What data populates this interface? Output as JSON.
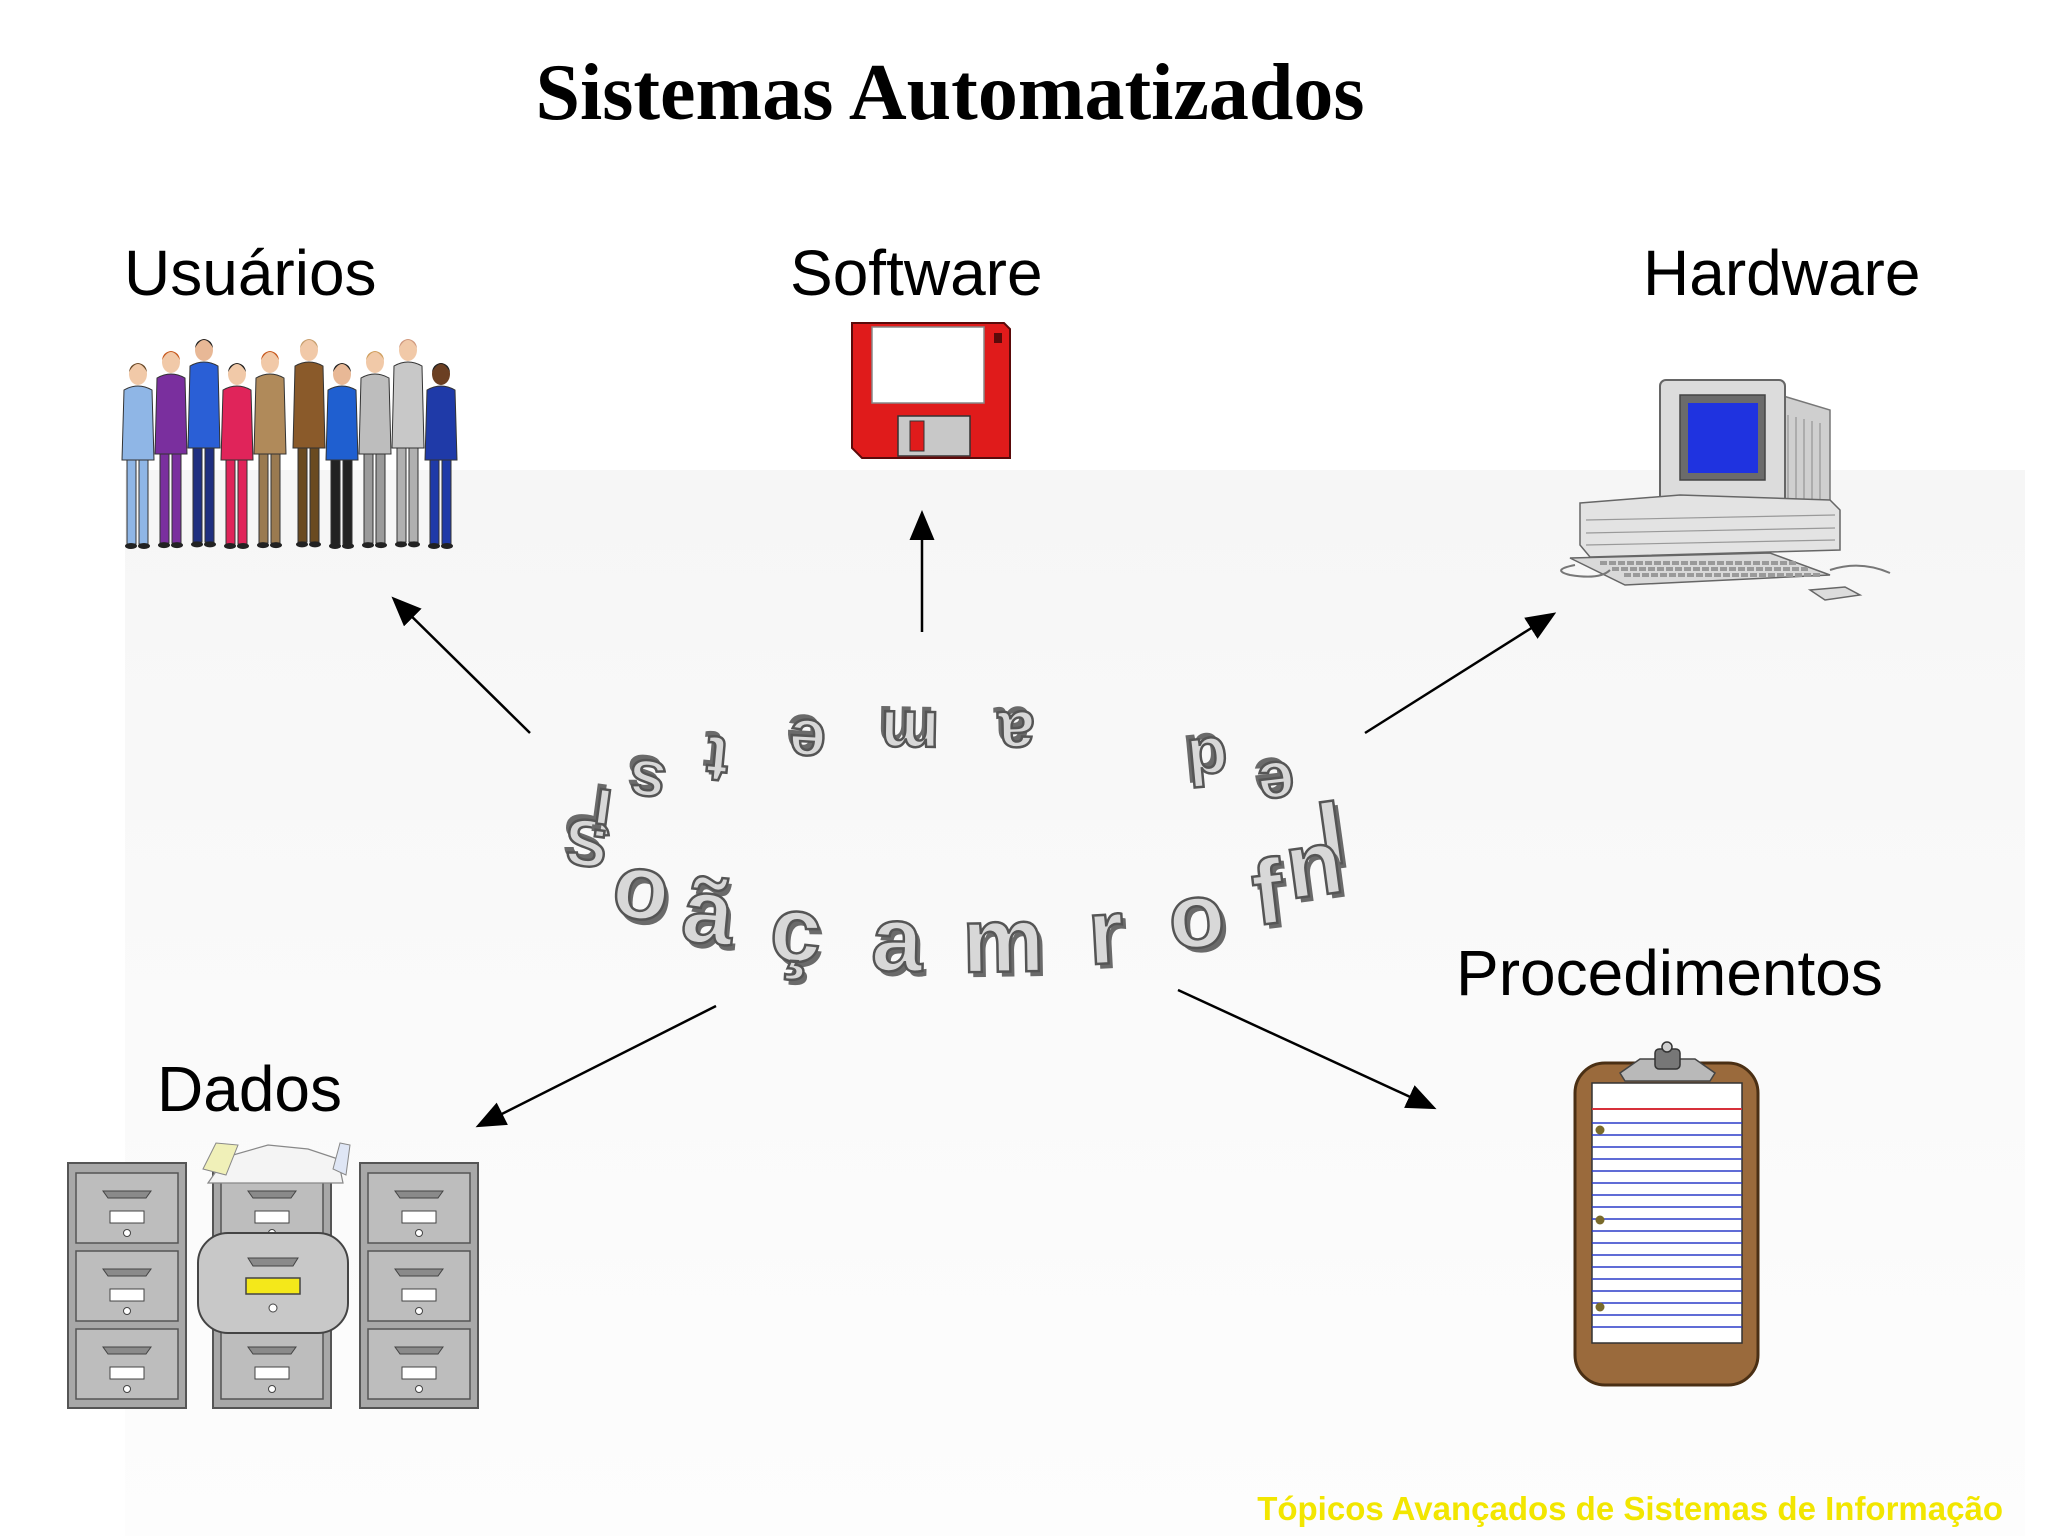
{
  "title": "Sistemas Automatizados",
  "center": {
    "ring_text": "Sistema de Informação"
  },
  "components": {
    "usuarios": "Usuários",
    "software": "Software",
    "hardware": "Hardware",
    "dados": "Dados",
    "procedimentos": "Procedimentos"
  },
  "footer": "Tópicos Avançados de Sistemas de Informação",
  "colors": {
    "floppy": "#e01b1b",
    "screen": "#1f33e0",
    "clipboard": "#9a6a3c",
    "footer_text": "#f2e600"
  },
  "icons": [
    "people-group-icon",
    "floppy-disk-icon",
    "desktop-computer-icon",
    "file-cabinet-icon",
    "clipboard-icon"
  ]
}
